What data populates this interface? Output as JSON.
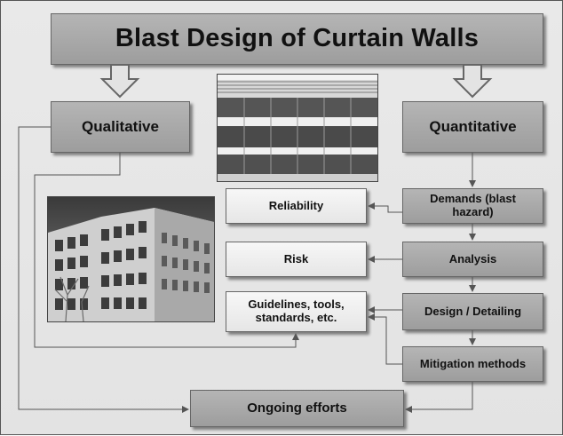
{
  "diagram": {
    "title": "Blast Design of Curtain Walls",
    "qualitative": "Qualitative",
    "quantitative": "Quantitative",
    "reliability": "Reliability",
    "risk": "Risk",
    "guidelines": "Guidelines, tools, standards, etc.",
    "demands": "Demands (blast hazard)",
    "analysis": "Analysis",
    "design_detailing": "Design / Detailing",
    "mitigation_methods": "Mitigation methods",
    "ongoing_efforts": "Ongoing efforts"
  },
  "colors": {
    "background": "#e6e6e6",
    "dark_box": "#a8a8a8",
    "light_box": "#f2f2f2",
    "line": "#555555"
  }
}
